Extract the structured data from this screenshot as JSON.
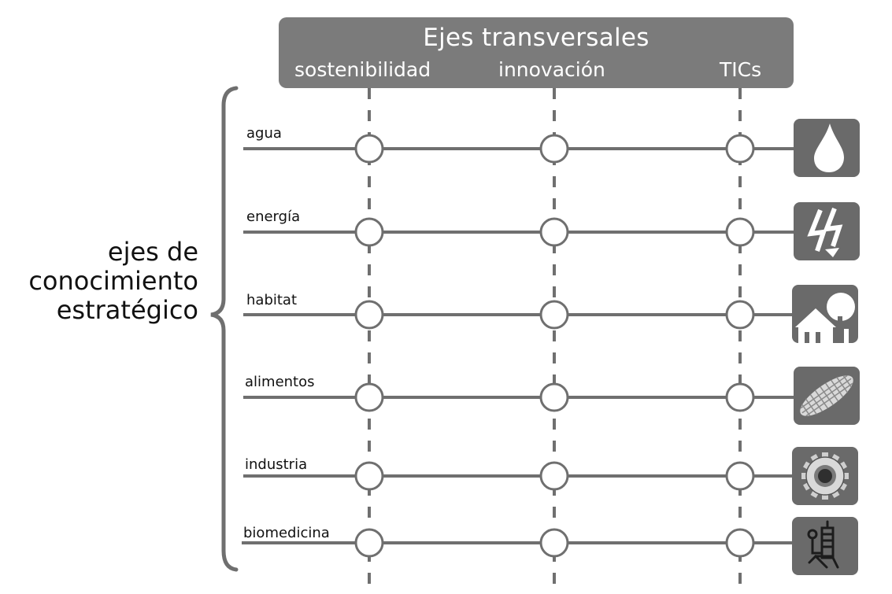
{
  "header": {
    "title": "Ejes transversales",
    "columns": [
      "sostenibilidad",
      "innovación",
      "TICs"
    ]
  },
  "left_label": {
    "lines": [
      "ejes de",
      "conocimiento",
      "estratégico"
    ]
  },
  "rows": [
    {
      "label": "agua",
      "icon": "water-drop-icon"
    },
    {
      "label": "energía",
      "icon": "lightning-bolt-icon"
    },
    {
      "label": "habitat",
      "icon": "house-tree-icon"
    },
    {
      "label": "alimentos",
      "icon": "corn-cob-icon"
    },
    {
      "label": "industria",
      "icon": "gear-icon"
    },
    {
      "label": "biomedicina",
      "icon": "laboratory-flask-icon"
    }
  ],
  "colors": {
    "header_bg": "#7b7b7b",
    "line": "#6f6f6f",
    "icon_bg": "#6a6a6a",
    "text": "#111111"
  }
}
